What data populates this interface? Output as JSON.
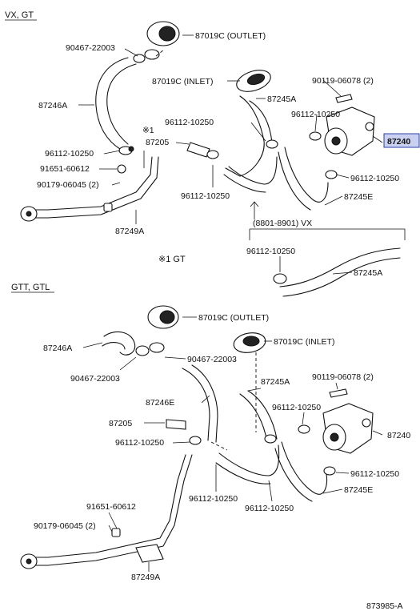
{
  "sections": {
    "top": "VX, GT",
    "bottom": "GTT, GTL",
    "note_gt": "※1 GT",
    "variant_vx": "(8801-8901) VX",
    "star_note": "※1"
  },
  "labels": {
    "outlet": "87019C (OUTLET)",
    "inlet": "87019C (INLET)",
    "p90467": "90467-22003",
    "p87246a": "87246A",
    "p87246e": "87246E",
    "p96112": "96112-10250",
    "p87205": "87205",
    "p91651": "91651-60612",
    "p90179": "90179-06045 (2)",
    "p87249a": "87249A",
    "p87245a": "87245A",
    "p87245e": "87245E",
    "p90119": "90119-06078 (2)",
    "p87240": "87240",
    "code": "873985-A"
  },
  "colors": {
    "highlight_fill": "#c9d0f0",
    "highlight_border": "#2b3fa8"
  }
}
